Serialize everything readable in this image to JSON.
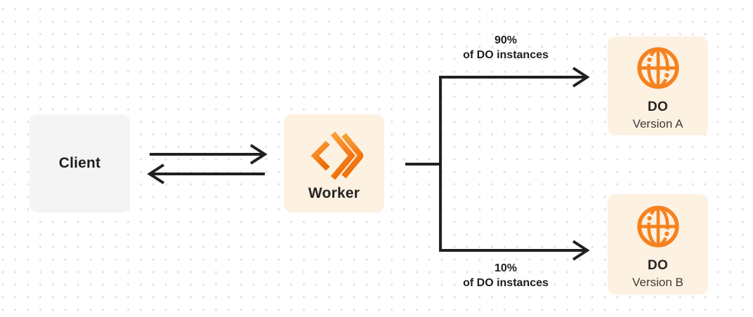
{
  "nodes": {
    "client": {
      "label": "Client"
    },
    "worker": {
      "label": "Worker",
      "icon": "cloudflare-workers-logo-icon"
    },
    "do_version_a": {
      "title": "DO",
      "subtitle": "Version A",
      "icon": "globe-icon"
    },
    "do_version_b": {
      "title": "DO",
      "subtitle": "Version B",
      "icon": "globe-icon"
    }
  },
  "edges": {
    "branch_a": {
      "label_line1": "90%",
      "label_line2": "of DO instances"
    },
    "branch_b": {
      "label_line1": "10%",
      "label_line2": "of DO instances"
    }
  },
  "colors": {
    "accent_orange": "#F6821F",
    "accent_orange_light": "#FAA43B",
    "accent_orange_dark": "#EC6D05",
    "box_cream": "#FDF1E2",
    "box_gray": "#F4F4F5",
    "line_dark": "#221F1D",
    "grid_dot": "#E5E4E2",
    "background": "#FFFFFF"
  }
}
